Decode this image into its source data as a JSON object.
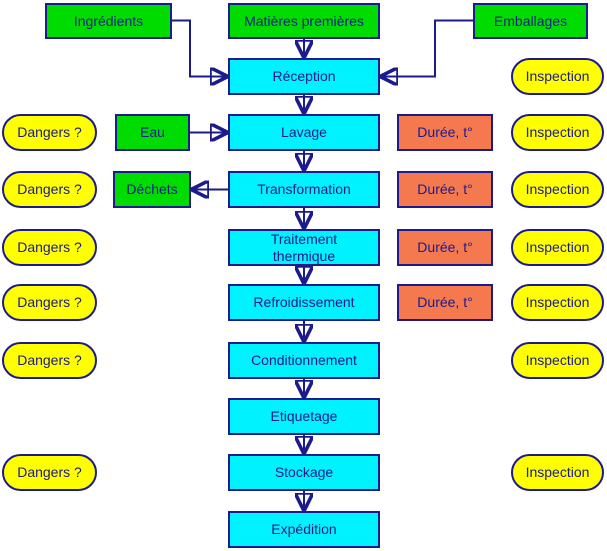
{
  "diagram": {
    "nodes": {
      "ingredients": "Ingrédients",
      "matieres_premieres": "Matières premières",
      "emballages": "Emballages",
      "reception": "Réception",
      "eau": "Eau",
      "lavage": "Lavage",
      "dechets": "Déchets",
      "transformation": "Transformation",
      "traitement_thermique": "Traitement\nthermique",
      "refroidissement": "Refroidissement",
      "conditionnement": "Conditionnement",
      "etiquetage": "Etiquetage",
      "stockage": "Stockage",
      "expedition": "Expédition",
      "dangers": "Dangers ?",
      "inspection": "Inspection",
      "duree": "Durée, t°"
    },
    "edges": [
      {
        "from": "Ingrédients",
        "to": "Réception"
      },
      {
        "from": "Matières premières",
        "to": "Réception"
      },
      {
        "from": "Emballages",
        "to": "Réception"
      },
      {
        "from": "Réception",
        "to": "Lavage"
      },
      {
        "from": "Eau",
        "to": "Lavage"
      },
      {
        "from": "Lavage",
        "to": "Transformation"
      },
      {
        "from": "Transformation",
        "to": "Déchets"
      },
      {
        "from": "Transformation",
        "to": "Traitement thermique"
      },
      {
        "from": "Traitement thermique",
        "to": "Refroidissement"
      },
      {
        "from": "Refroidissement",
        "to": "Conditionnement"
      },
      {
        "from": "Conditionnement",
        "to": "Etiquetage"
      },
      {
        "from": "Etiquetage",
        "to": "Stockage"
      },
      {
        "from": "Stockage",
        "to": "Expédition"
      }
    ],
    "colors": {
      "source_green": "#00dc00",
      "process_cyan": "#00f2ff",
      "control_yellow": "#ffff00",
      "param_orange": "#f4794e",
      "line_navy": "#1b1b8c",
      "background": "#ffffff"
    }
  }
}
